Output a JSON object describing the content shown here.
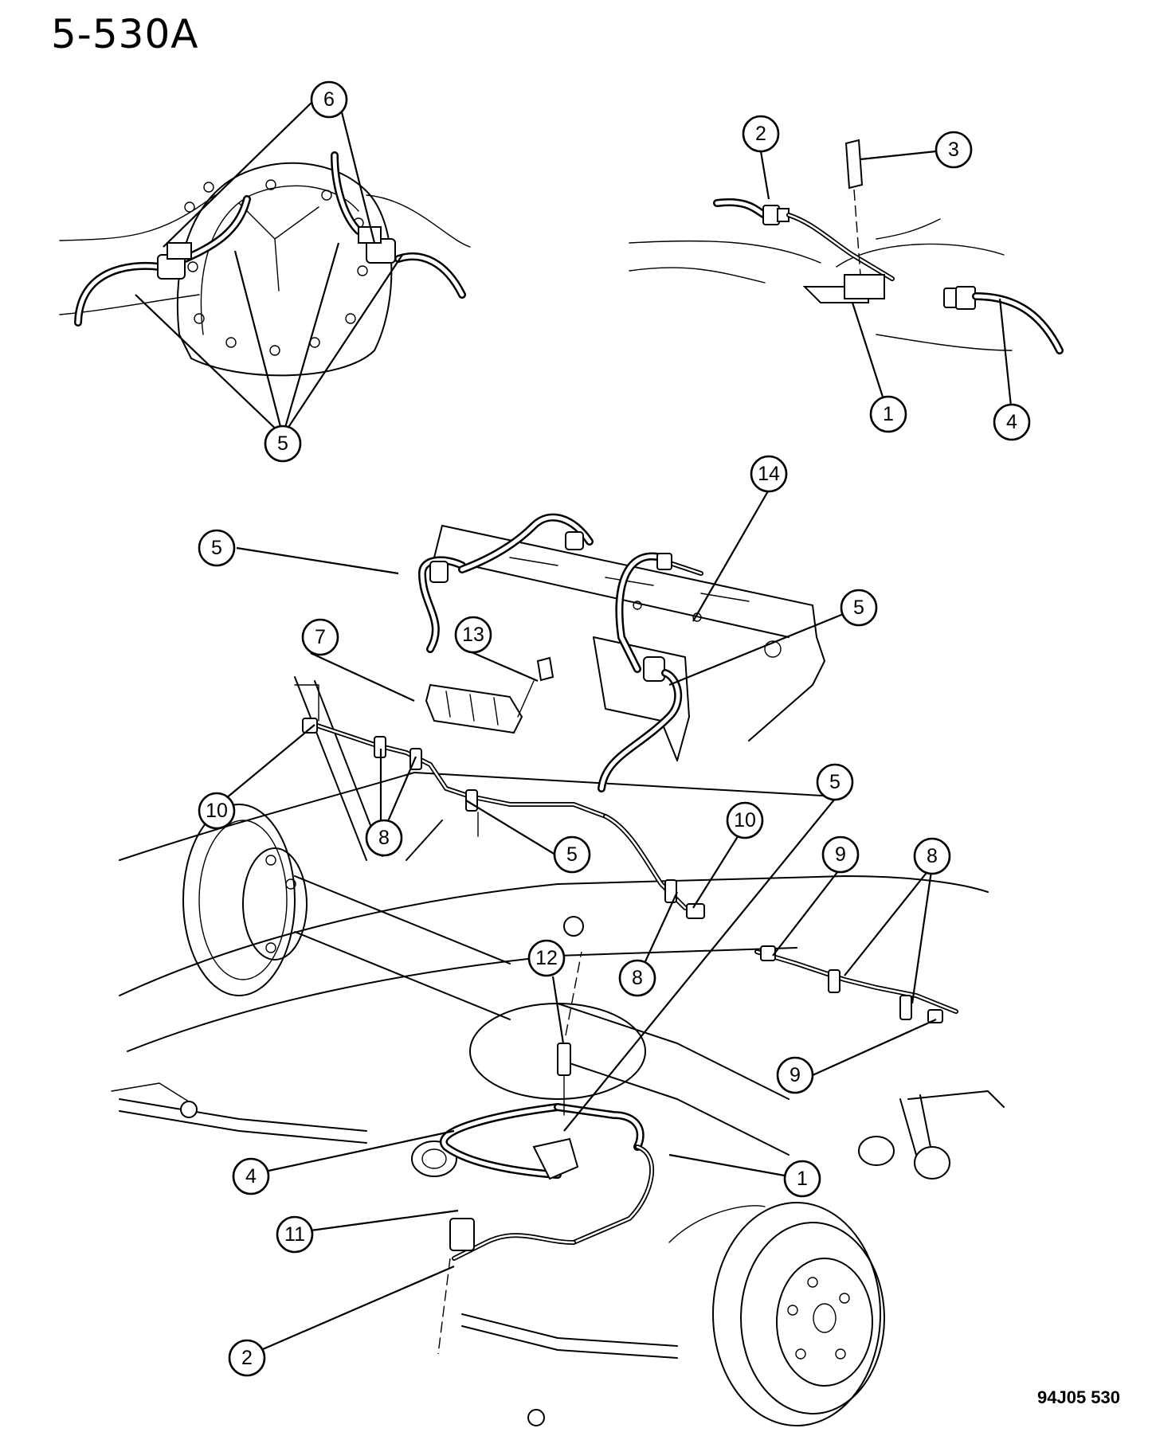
{
  "page_title": "5-530A",
  "figure_code": "94J05 530",
  "callouts": [
    {
      "label": "6"
    },
    {
      "label": "5"
    },
    {
      "label": "2"
    },
    {
      "label": "3"
    },
    {
      "label": "1"
    },
    {
      "label": "4"
    },
    {
      "label": "14"
    },
    {
      "label": "5"
    },
    {
      "label": "5"
    },
    {
      "label": "7"
    },
    {
      "label": "13"
    },
    {
      "label": "10"
    },
    {
      "label": "8"
    },
    {
      "label": "5"
    },
    {
      "label": "5"
    },
    {
      "label": "10"
    },
    {
      "label": "9"
    },
    {
      "label": "8"
    },
    {
      "label": "12"
    },
    {
      "label": "8"
    },
    {
      "label": "9"
    },
    {
      "label": "4"
    },
    {
      "label": "1"
    },
    {
      "label": "11"
    },
    {
      "label": "2"
    }
  ]
}
